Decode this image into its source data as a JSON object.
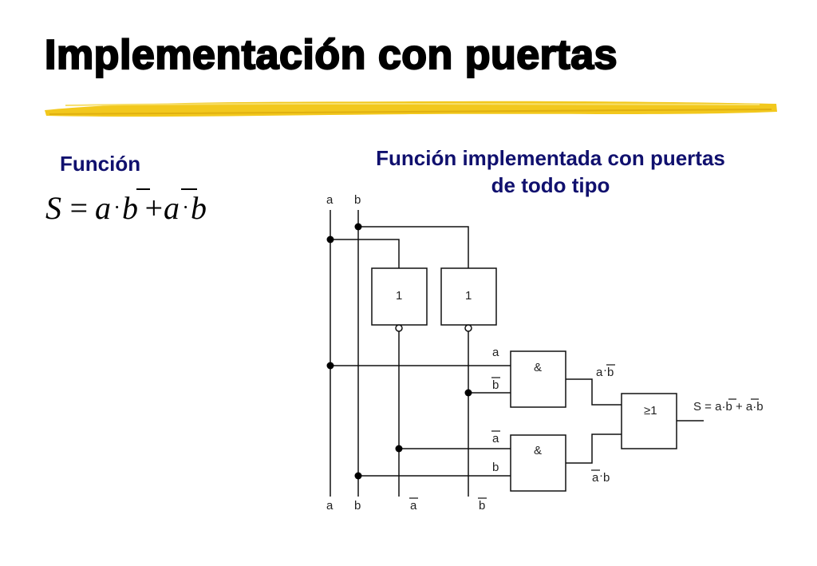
{
  "title": "Implementación con puertas",
  "accent_color": "#f2c81d",
  "text_color": "#10106e",
  "left_label": "Función",
  "formula": {
    "lhs": "S",
    "equals": "=",
    "t1_var1": "a",
    "dot": "·",
    "t1_var2": "b",
    "plus": "+",
    "t2_var1": "a",
    "t2_var2": "b"
  },
  "right_label": {
    "line1": "Función implementada con puertas",
    "line2": "de todo tipo"
  },
  "circuit": {
    "top_inputs": {
      "a": "a",
      "b": "b"
    },
    "bottom_labels": {
      "a": "a",
      "b": "b",
      "not_a": "a",
      "not_b": "b"
    },
    "not_gate_1": "1",
    "not_gate_2": "1",
    "and_gate_1": "&",
    "and_gate_2": "&",
    "or_gate": "≥1",
    "and1_in_a": "a",
    "and1_in_notb": "b",
    "and2_in_nota": "a",
    "and2_in_b": "b",
    "and1_out": {
      "v1": "a",
      "dot": "·",
      "v2": "b"
    },
    "and2_out": {
      "v1": "a",
      "dot": "·",
      "v2": "b"
    },
    "output": {
      "prefix": "S = a",
      "dot": "·",
      "nb": "b",
      "plus": " + ",
      "na": "a",
      "dot2": "·",
      "b": "b"
    }
  }
}
